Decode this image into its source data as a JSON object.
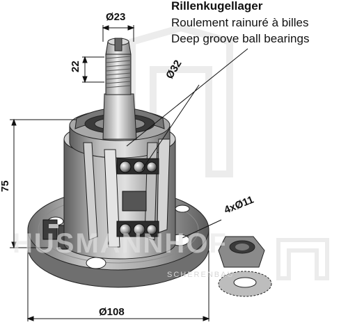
{
  "title": "Rillenkugellager",
  "subtitle_fr": "Roulement rainuré à billes",
  "subtitle_en": "Deep groove ball bearings",
  "dimensions": {
    "shaft_diameter": "Ø23",
    "thread_length": "22",
    "bearing_diameter": "Ø32",
    "height": "75",
    "holes": "4xØ11",
    "flange_diameter": "Ø108"
  },
  "watermark": {
    "brand": "HUSMANNHOF",
    "tagline": "SCHERENBAU"
  },
  "colors": {
    "line": "#111111",
    "metal_light": "#c9c9c9",
    "metal_mid": "#9a9a9a",
    "metal_dark": "#555555",
    "watermark": "#dddddd"
  }
}
